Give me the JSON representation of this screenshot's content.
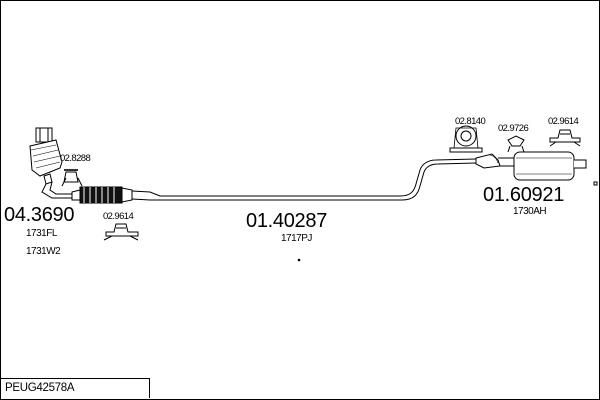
{
  "assembly_code": "PEUG42578A",
  "parts": {
    "catalytic_converter": {
      "number": "04.3690",
      "ref1": "1731FL",
      "ref2": "1731W2"
    },
    "middle_pipe": {
      "number": "01.40287",
      "ref": "1717PJ"
    },
    "rear_silencer": {
      "number": "01.60921",
      "ref": "1730AH"
    }
  },
  "accessories": {
    "clamp_front": "02.8288",
    "mount_front": "02.9614",
    "mount_rear_left": "02.8140",
    "clamp_rear": "02.9726",
    "mount_rear_right": "02.9614"
  }
}
